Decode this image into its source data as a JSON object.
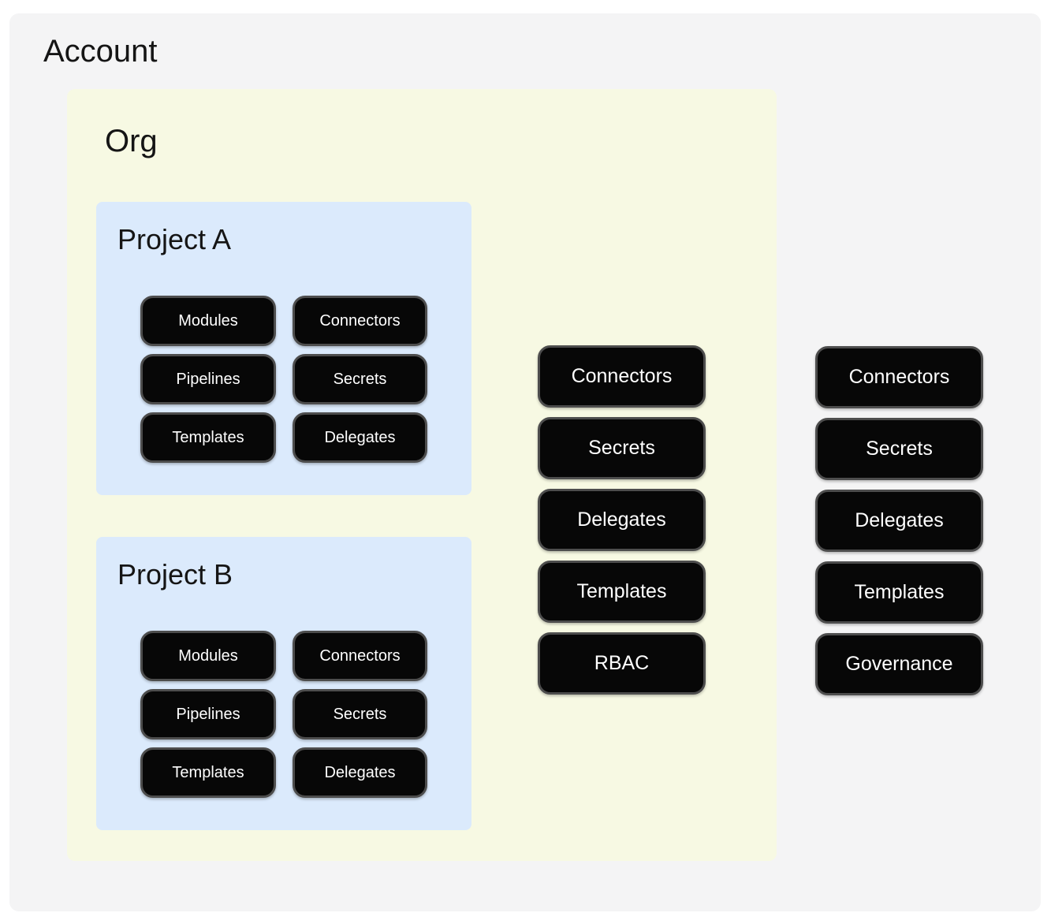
{
  "account": {
    "title": "Account",
    "pills": [
      "Connectors",
      "Secrets",
      "Delegates",
      "Templates",
      "Governance"
    ],
    "org": {
      "title": "Org",
      "pills": [
        "Connectors",
        "Secrets",
        "Delegates",
        "Templates",
        "RBAC"
      ],
      "projects": [
        {
          "title": "Project A",
          "pills": [
            "Modules",
            "Connectors",
            "Pipelines",
            "Secrets",
            "Templates",
            "Delegates"
          ]
        },
        {
          "title": "Project B",
          "pills": [
            "Modules",
            "Connectors",
            "Pipelines",
            "Secrets",
            "Templates",
            "Delegates"
          ]
        }
      ]
    }
  },
  "colors": {
    "account_bg": "#f4f4f5",
    "org_bg": "#f7f9e3",
    "project_bg": "#dbeafc",
    "pill_bg": "#070707",
    "pill_border": "#4d4d4d",
    "pill_text": "#ffffff"
  }
}
